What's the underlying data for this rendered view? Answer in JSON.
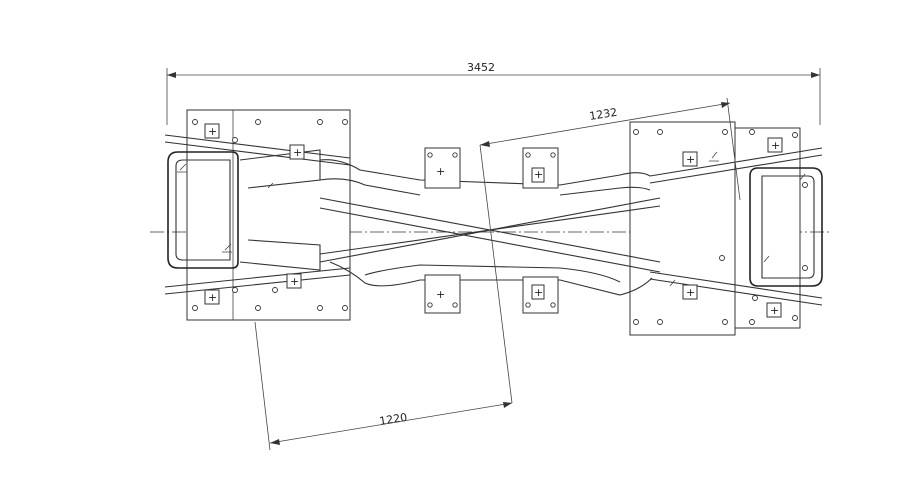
{
  "dimensions": {
    "overall_length": "3452",
    "diagonal_upper": "1232",
    "diagonal_lower": "1220"
  }
}
